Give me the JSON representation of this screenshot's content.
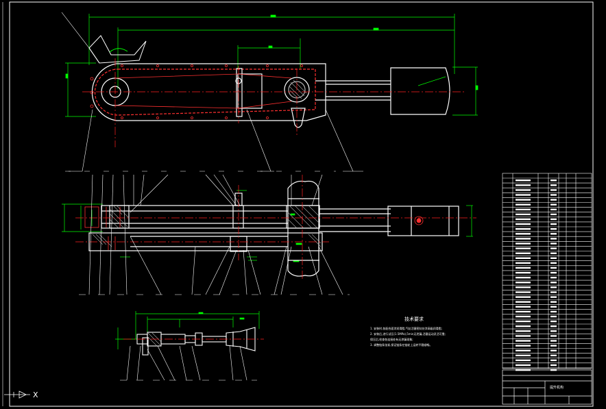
{
  "drawing": {
    "technical_requirements": {
      "title": "技术要求",
      "items": [
        "1. 安装时,各配合面涂润滑脂,气缸活塞密封处涂高级润滑脂;",
        "2. 安装后,进行试压(1.5MPa),5min无泄漏,活塞运动灵活可靠;",
        "   保压后,检查各连接处有无渗漏现象;",
        "3. 调整链条张紧,保证链条在链轮上运转平稳顺畅。"
      ]
    },
    "title_block": {
      "drawing_name": "提升机构"
    },
    "ucs_icon": {
      "x_label": "X"
    },
    "colors": {
      "background": "#000000",
      "outline": "#ffffff",
      "hidden": "#ff3030",
      "centerline": "#ff2020",
      "dimension": "#00ff00",
      "hatch": "#b0b0b0"
    }
  }
}
